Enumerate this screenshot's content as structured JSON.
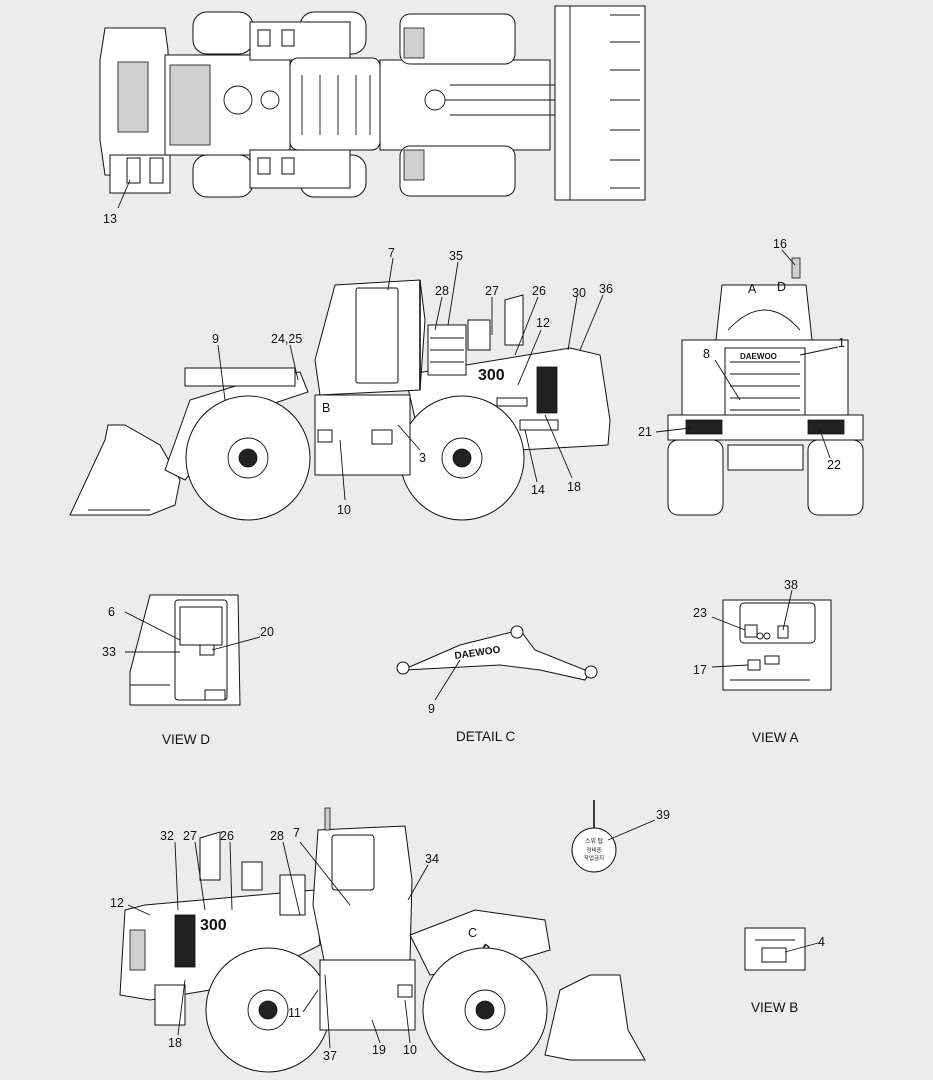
{
  "brand_text": "DAEWOO",
  "model_text": "300",
  "captions": {
    "view_d": "VIEW  D",
    "detail_c": "DETAIL  C",
    "view_a": "VIEW  A",
    "view_b": "VIEW  B"
  },
  "side_letters": {
    "a": "A",
    "b": "B",
    "c": "C",
    "d": "D"
  },
  "callouts": {
    "top_view": [
      "13"
    ],
    "side_view_left": [
      "7",
      "35",
      "28",
      "27",
      "26",
      "30",
      "36",
      "12",
      "9",
      "24,25",
      "3",
      "10",
      "14",
      "18"
    ],
    "front_view": [
      "16",
      "1",
      "8",
      "21",
      "22"
    ],
    "view_d": [
      "6",
      "33",
      "20"
    ],
    "detail_c": [
      "9"
    ],
    "view_a": [
      "38",
      "23",
      "17"
    ],
    "sign": [
      "39"
    ],
    "side_view_right": [
      "32",
      "27",
      "26",
      "28",
      "7",
      "34",
      "12",
      "11",
      "37",
      "19",
      "10",
      "18"
    ],
    "view_b": [
      "4"
    ]
  },
  "sign_text": [
    "스위 탑",
    "정비중",
    "작업금지"
  ]
}
